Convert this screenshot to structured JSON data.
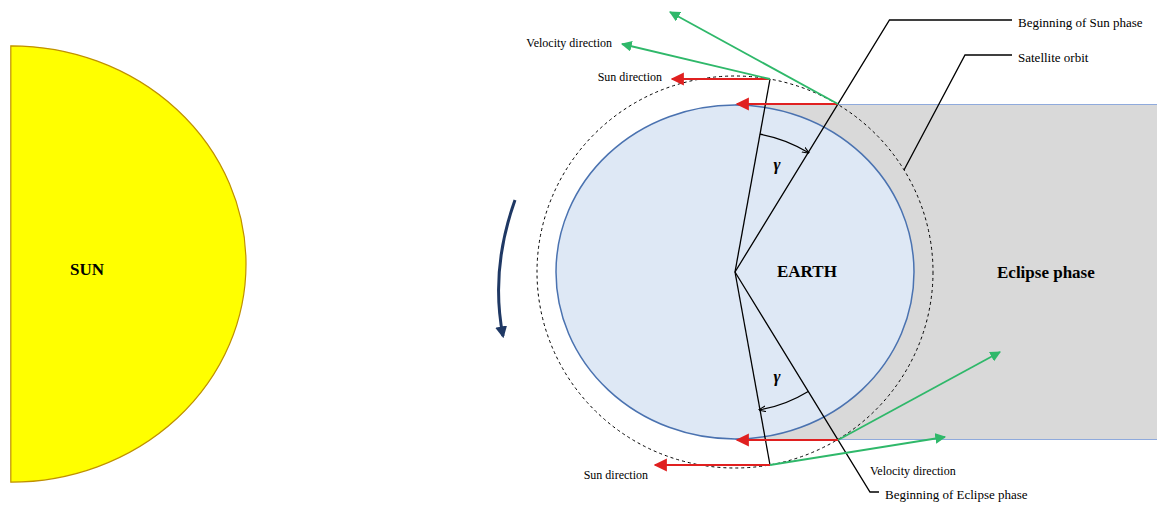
{
  "diagram": {
    "nodes": [
      {
        "text": [
          "SUN"
        ]
      },
      {
        "text": [
          "EARTH"
        ]
      },
      {
        "text": [
          "Eclipse phase"
        ]
      }
    ],
    "labels": [
      "Beginning of Sun phase",
      "Satellite orbit",
      "Velocity direction",
      "Sun direction",
      "γ",
      "γ",
      "Velocity direction",
      "Sun direction",
      "Beginning of Eclipse phase"
    ]
  }
}
